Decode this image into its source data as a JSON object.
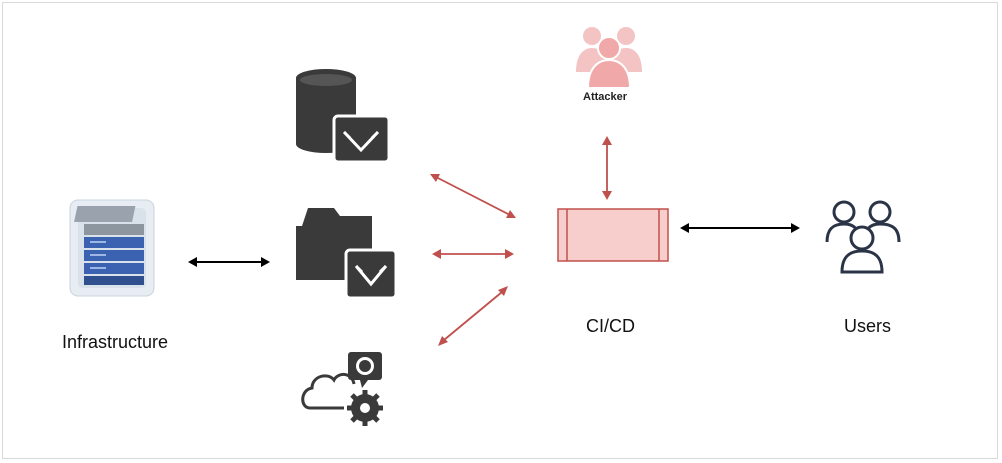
{
  "diagram": {
    "nodes": {
      "infrastructure": {
        "label": "Infrastructure"
      },
      "cicd": {
        "label": "CI/CD"
      },
      "users": {
        "label": "Users"
      },
      "attacker": {
        "label": "Attacker"
      }
    },
    "colors": {
      "threat": "#c0504d",
      "threat_fill": "#f8cecc",
      "neutral": "#000000",
      "icon_dark": "#3a3a3a",
      "server_blue": "#3a62b0",
      "users_stroke": "#2b3346"
    },
    "icons": [
      "server-rack-icon",
      "database-icon",
      "folder-icon",
      "cloud-settings-icon",
      "attacker-group-icon",
      "users-group-icon",
      "share-icon",
      "globe-icon",
      "gear-icon"
    ]
  }
}
